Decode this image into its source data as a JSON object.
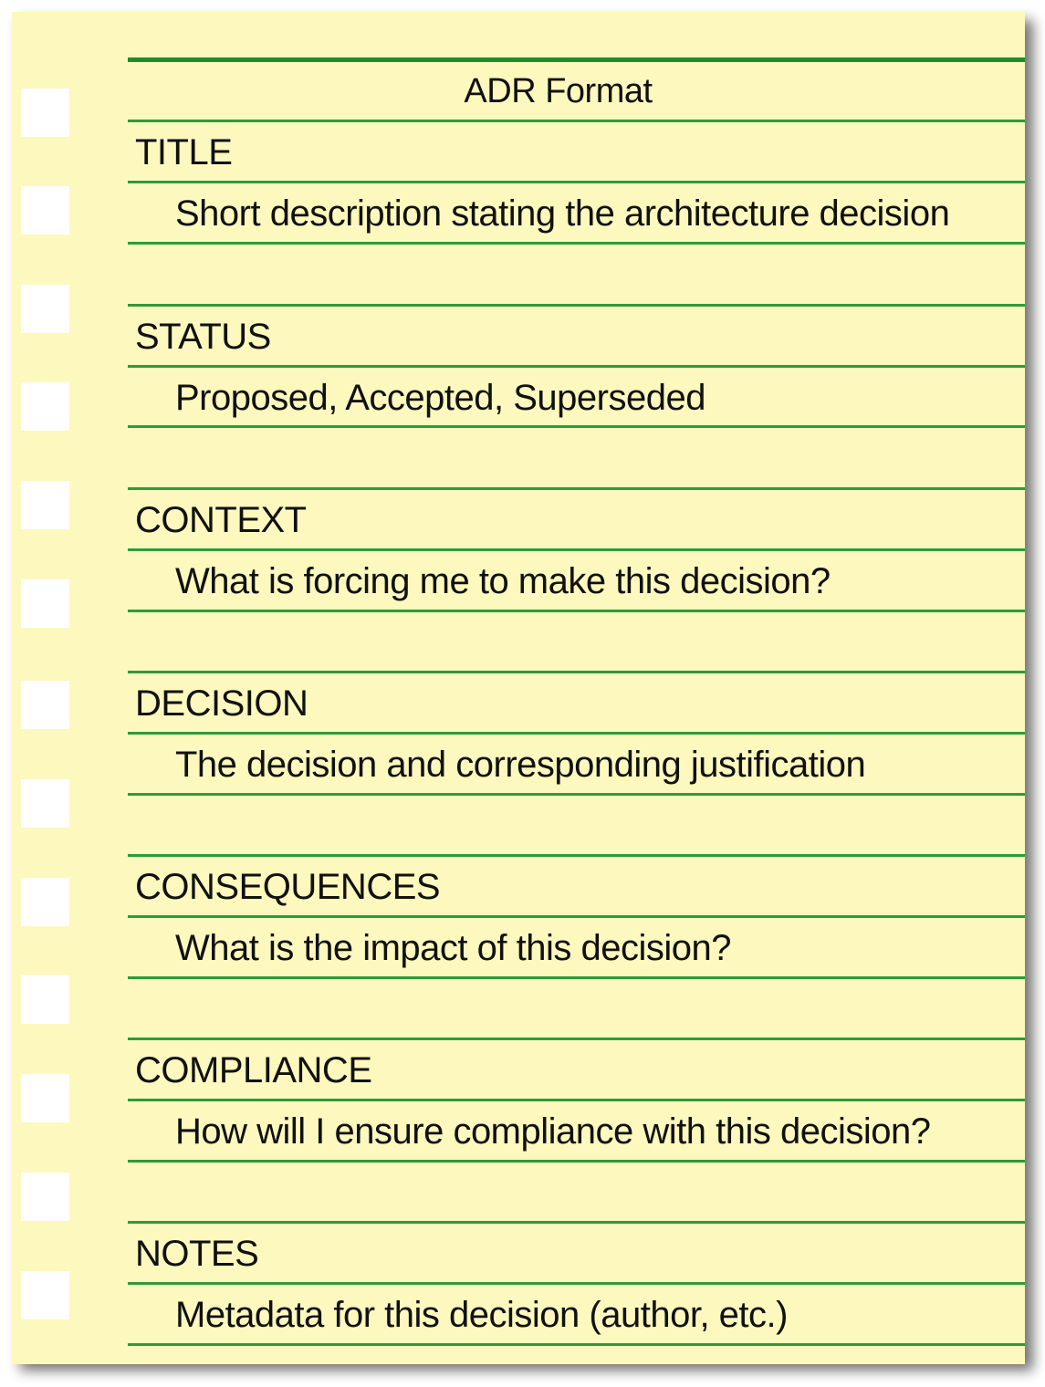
{
  "document": {
    "title": "ADR Format"
  },
  "sections": [
    {
      "label": "TITLE",
      "description": "Short description stating the architecture decision"
    },
    {
      "label": "STATUS",
      "description": "Proposed, Accepted, Superseded"
    },
    {
      "label": "CONTEXT",
      "description": "What is forcing me to make this decision?"
    },
    {
      "label": "DECISION",
      "description": "The decision and corresponding justification"
    },
    {
      "label": "CONSEQUENCES",
      "description": "What is the impact of this decision?"
    },
    {
      "label": "COMPLIANCE",
      "description": "How will I ensure compliance with this decision?"
    },
    {
      "label": "NOTES",
      "description": "Metadata for this decision (author, etc.)"
    }
  ],
  "colors": {
    "paper": "#fdf8bd",
    "rule": "#2f9a3a",
    "holes": "#ffffff",
    "text": "#111111"
  }
}
